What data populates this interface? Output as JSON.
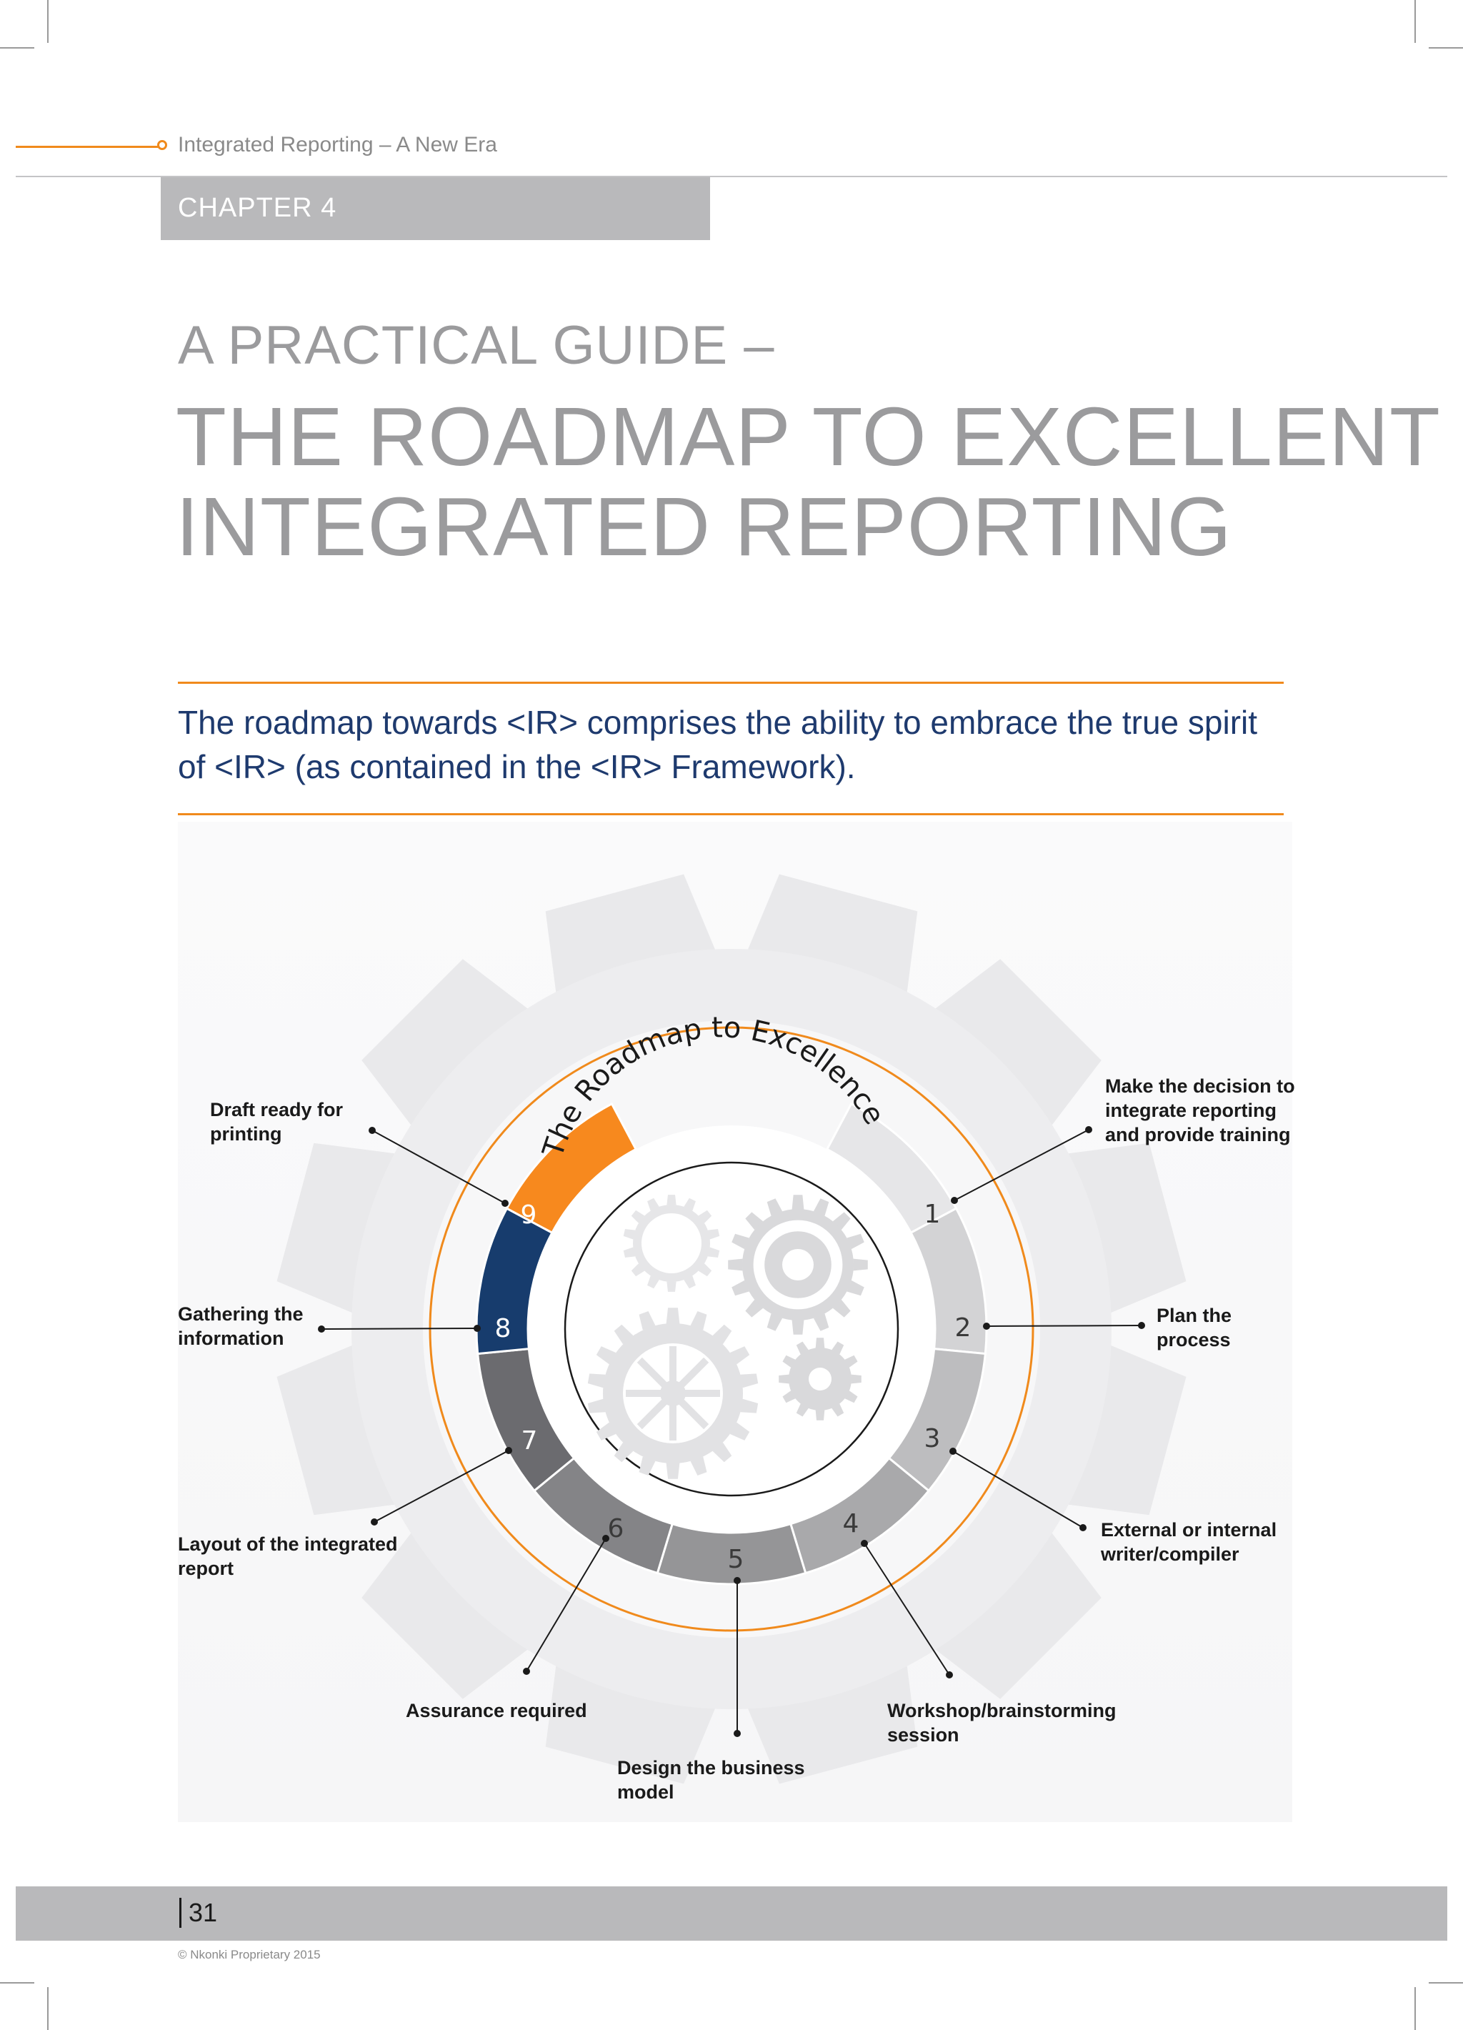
{
  "header": {
    "running_head": "Integrated Reporting – A New Era",
    "chapter": "CHAPTER 4"
  },
  "title": {
    "line1": "A PRACTICAL GUIDE –",
    "line2": "THE ROADMAP TO EXCELLENT",
    "line3": "INTEGRATED REPORTING"
  },
  "intro": {
    "text": "The roadmap towards <IR> comprises the ability to embrace the true spirit of <IR> (as contained in the <IR> Framework)."
  },
  "diagram": {
    "arc_title": "The Roadmap to Excellence",
    "steps": [
      {
        "number": "1",
        "label": "Make the decision to integrate reporting and provide training",
        "color": "#e6e6e8"
      },
      {
        "number": "2",
        "label": "Plan the process",
        "color": "#d3d3d5"
      },
      {
        "number": "3",
        "label": "External or internal writer/compiler",
        "color": "#bdbdbf"
      },
      {
        "number": "4",
        "label": "Workshop/brainstorming session",
        "color": "#a9a9ab"
      },
      {
        "number": "5",
        "label": "Design the business model",
        "color": "#959597"
      },
      {
        "number": "6",
        "label": "Assurance required",
        "color": "#848487"
      },
      {
        "number": "7",
        "label": "Layout of the integrated report",
        "color": "#6b6b6f"
      },
      {
        "number": "8",
        "label": "Gathering the information",
        "color": "#173c6d"
      },
      {
        "number": "9",
        "label": "Draft ready for printing",
        "color": "#f7891e"
      }
    ]
  },
  "footer": {
    "page_number": "31",
    "copyright": "© Nkonki Proprietary 2015"
  }
}
